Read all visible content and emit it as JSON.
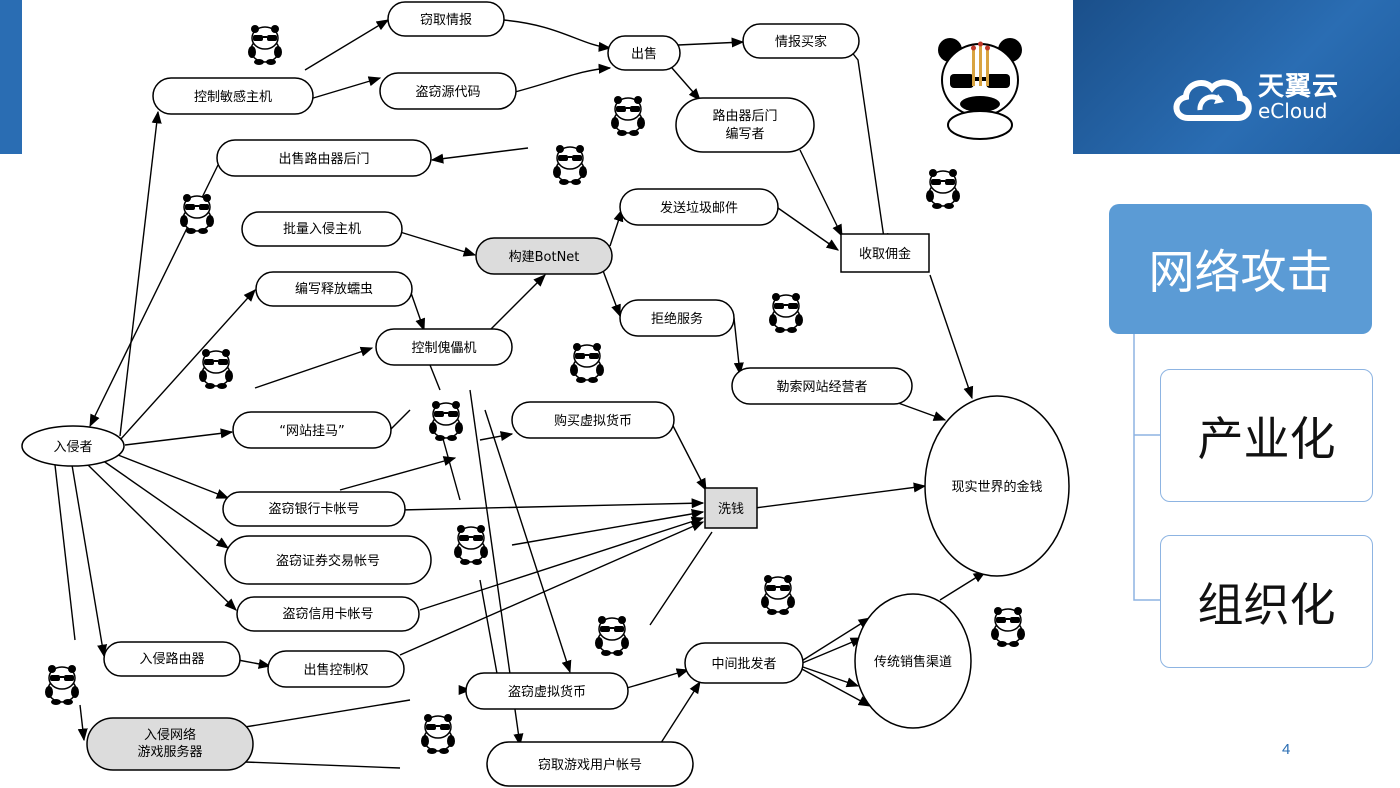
{
  "brand": {
    "cn": "天翼云",
    "en": "eCloud"
  },
  "categories": {
    "main": "网络攻击",
    "sub1": "产业化",
    "sub2": "组织化"
  },
  "page_number": "4",
  "nodes": {
    "steal_info": "窃取情报",
    "sell": "出售",
    "info_buyer": "情报买家",
    "control_sensitive": "控制敏感主机",
    "steal_source": "盗窃源代码",
    "router_backdoor_writer_1": "路由器后门",
    "router_backdoor_writer_2": "编写者",
    "sell_router_backdoor": "出售路由器后门",
    "batch_invade": "批量入侵主机",
    "build_botnet": "构建BotNet",
    "send_spam": "发送垃圾邮件",
    "commission": "收取佣金",
    "write_worm": "编写释放蠕虫",
    "control_puppet": "控制傀儡机",
    "dos": "拒绝服务",
    "extort": "勒索网站经营者",
    "intruder": "入侵者",
    "web_trojan": "“网站挂马”",
    "buy_virtual": "购买虚拟货币",
    "real_money": "现实世界的金钱",
    "steal_bank": "盗窃银行卡帐号",
    "launder": "洗钱",
    "steal_securities": "盗窃证券交易帐号",
    "steal_credit": "盗窃信用卡帐号",
    "invade_router": "入侵路由器",
    "sell_control": "出售控制权",
    "middle_wholesaler": "中间批发者",
    "traditional_channel": "传统销售渠道",
    "invade_game_1": "入侵网络",
    "invade_game_2": "游戏服务器",
    "steal_virtual": "盗窃虚拟货币",
    "steal_game_account": "窃取游戏用户帐号"
  },
  "colors": {
    "accent": "#2a6db3",
    "category_fill": "#5b9bd5",
    "category_border": "#8db4e2",
    "node_gray": "#dcdcdc"
  },
  "icons": [
    "panda-mascot-icon",
    "sunglasses-panda-icon",
    "ecloud-logo-icon"
  ]
}
